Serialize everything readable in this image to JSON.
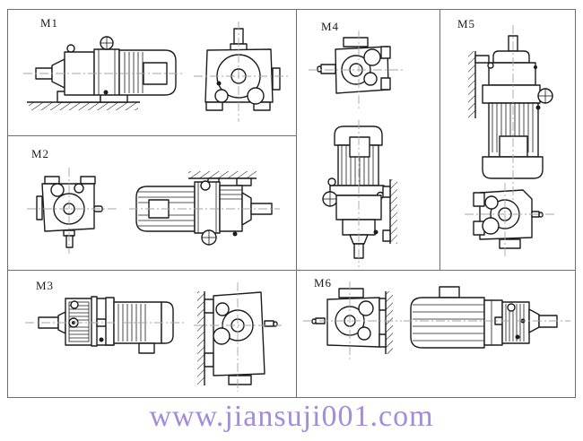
{
  "sheet": {
    "background": "#ffffff",
    "border_color": "#6e6e6e",
    "line_color": "#1c1c1c",
    "centerline_color": "#a6a6a6"
  },
  "watermark": {
    "text": "www.jiansuji001.com",
    "color": "#a08ce6"
  },
  "panels": [
    {
      "id": "m1",
      "label": "M1",
      "mounting": "foot-mounted-on-floor",
      "views": [
        "gearmotor-side-view-horizontal-shaft-left-on-floor",
        "gearbox-end-view-vent-shaft-up"
      ]
    },
    {
      "id": "m2",
      "label": "M2",
      "mounting": "foot-mounted-on-ceiling",
      "views": [
        "gearbox-end-view-shaft-down",
        "gearmotor-side-view-horizontal-shaft-right-under-ceiling"
      ]
    },
    {
      "id": "m3",
      "label": "M3",
      "mounting": "wall-mounted-left",
      "views": [
        "gearmotor-side-view-horizontal-shaft-left",
        "gearbox-end-view-on-left-wall"
      ]
    },
    {
      "id": "m4",
      "label": "M4",
      "mounting": "wall-mounted-right",
      "views": [
        "gearbox-end-view-shaft-left",
        "gearmotor-vertical-motor-up-shaft-down-on-right-wall"
      ]
    },
    {
      "id": "m5",
      "label": "M5",
      "mounting": "wall-mounted-left",
      "views": [
        "gearmotor-vertical-motor-down-shaft-up-on-left-wall",
        "gearbox-end-view-shaft-right"
      ]
    },
    {
      "id": "m6",
      "label": "M6",
      "mounting": "wall-mounted-right",
      "views": [
        "gearbox-end-view-shaft-left-on-right-wall",
        "gearmotor-side-view-horizontal-shaft-right"
      ]
    }
  ]
}
